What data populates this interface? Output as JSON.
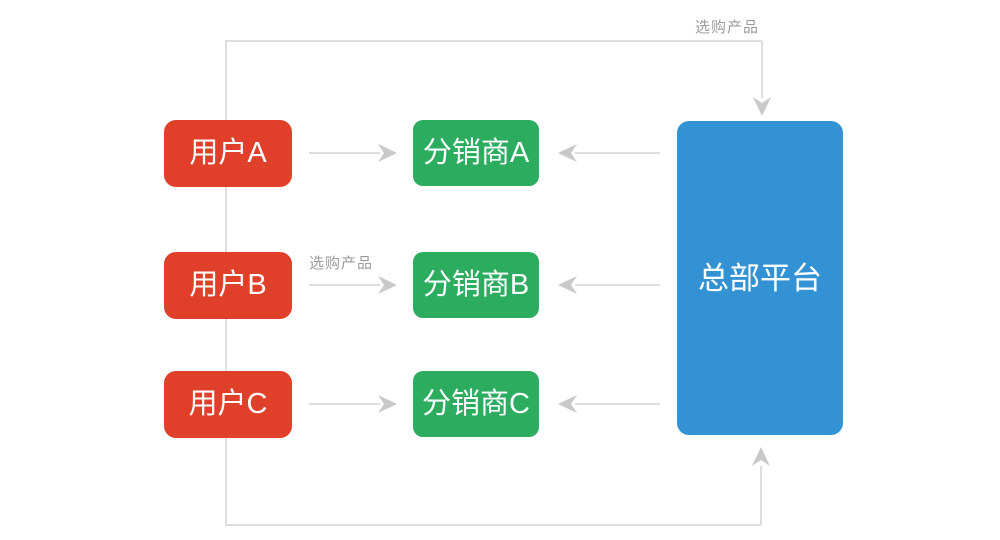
{
  "diagram": {
    "title": "distribution-flow",
    "users": [
      {
        "label": "用户A"
      },
      {
        "label": "用户B"
      },
      {
        "label": "用户C"
      }
    ],
    "distributors": [
      {
        "label": "分销商A"
      },
      {
        "label": "分销商B"
      },
      {
        "label": "分销商C"
      }
    ],
    "platform": {
      "label": "总部平台"
    },
    "annotations": {
      "top_label": "选购产品",
      "row_b_label": "选购产品"
    },
    "colors": {
      "user_box": "#e0402a",
      "distributor_box": "#2bac5f",
      "platform_box": "#3392d3",
      "connector": "#dedede",
      "arrowhead": "#c9c9c9",
      "label_text": "#9c9c9c"
    }
  }
}
